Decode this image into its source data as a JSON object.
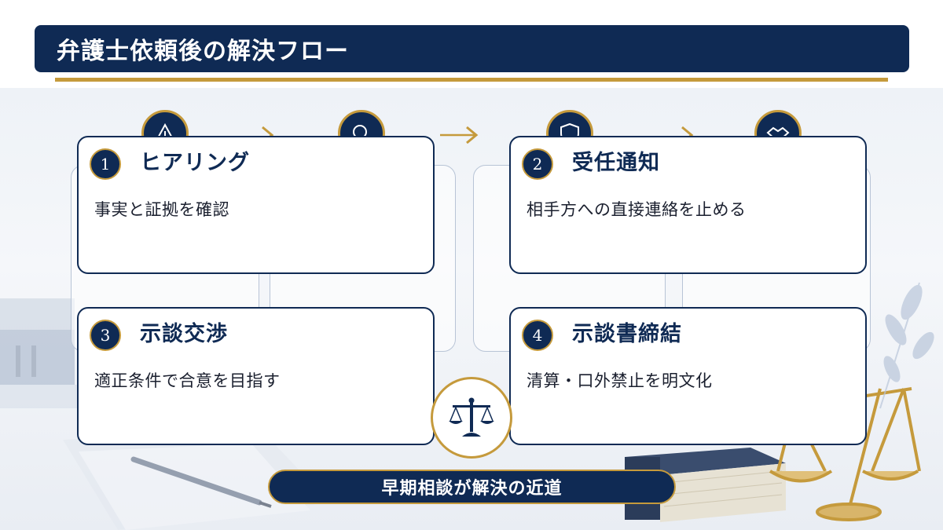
{
  "title": "弁護士依頼後の解決フロー",
  "steps": [
    {
      "number": "1",
      "title": "ヒアリング",
      "description": "事実と証拠を確認"
    },
    {
      "number": "2",
      "title": "受任通知",
      "description": "相手方への直接連絡を止める"
    },
    {
      "number": "3",
      "title": "示談交渉",
      "description": "適正条件で合意を目指す"
    },
    {
      "number": "4",
      "title": "示談書締結",
      "description": "清算・口外禁止を明文化"
    }
  ],
  "top_icons": [
    "warning-icon",
    "magnifier-icon",
    "shield-icon",
    "handshake-icon"
  ],
  "center_icon": "scales-of-justice-icon",
  "banner": {
    "text": "早期相談が解決の近道"
  },
  "colors": {
    "navy": "#0f2a54",
    "gold": "#c59a3c",
    "background": "#eef2f7"
  }
}
